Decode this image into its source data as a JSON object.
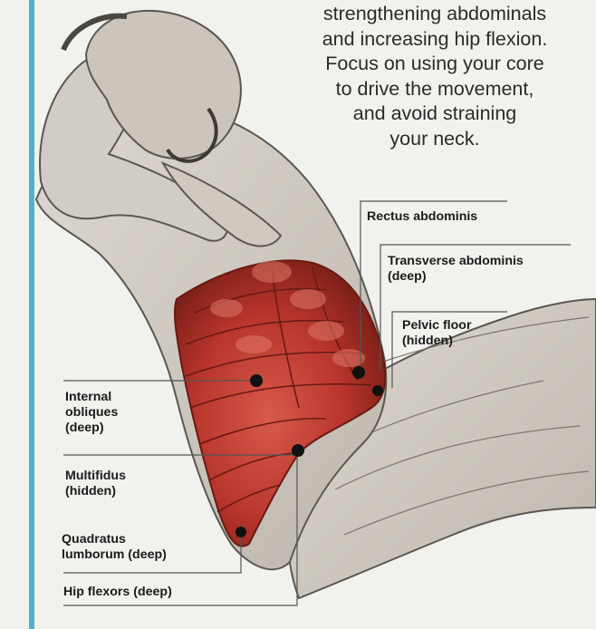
{
  "intro_text": [
    "strengthening abdominals",
    "and increasing hip flexion.",
    "Focus on using your core",
    "to drive the movement,",
    "and avoid straining",
    "your neck."
  ],
  "labels": {
    "rectus_abdominis": [
      "Rectus abdominis"
    ],
    "transverse_abdominis": [
      "Transverse abdominis",
      "(deep)"
    ],
    "pelvic_floor": [
      "Pelvic floor",
      "(hidden)"
    ],
    "internal_obliques": [
      "Internal",
      "obliques",
      "(deep)"
    ],
    "multifidus": [
      "Multifidus",
      "(hidden)"
    ],
    "quadratus_lumborum": [
      "Quadratus",
      "lumborum (deep)"
    ],
    "hip_flexors": [
      "Hip flexors (deep)"
    ]
  },
  "colors": {
    "accent_stripe": "#4db4c8",
    "muscle_red": "#b8352b",
    "skin": "#cdc8c0",
    "background": "#f1f2ee"
  }
}
